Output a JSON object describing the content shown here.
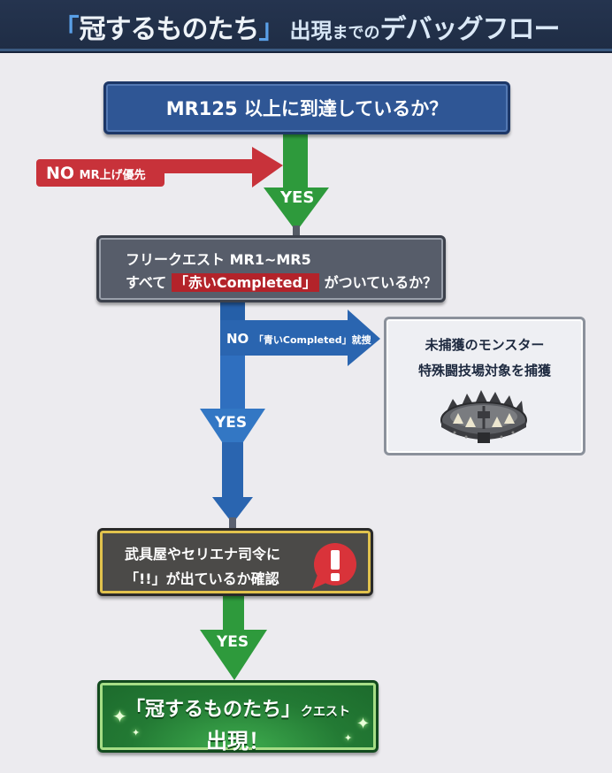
{
  "header": {
    "bracket_open": "「",
    "title_main": "冠するものたち",
    "bracket_close": "」",
    "title_mid": "出現",
    "title_small": "までの",
    "title_end": "デバッグフロー"
  },
  "nodes": {
    "mr_check": {
      "text": "MR125 以上に到達しているか？"
    },
    "free_quest": {
      "line1": "フリークエスト MR1~MR5",
      "line2_prefix": "すべて",
      "line2_tag": "「赤いCompleted」",
      "line2_suffix": "がついているか？"
    },
    "capture": {
      "line1": "未捕獲のモンスター",
      "line2": "特殊闘技場対象を捕獲",
      "icon": "bear-trap-icon"
    },
    "npc_check": {
      "line1": "武具屋やセリエナ司令に",
      "line2": "「!!」が出ているか確認",
      "icon": "exclamation-alert-icon"
    },
    "result": {
      "line1_main": "「冠するものたち」",
      "line1_small": "クエスト",
      "line2": "出現！"
    }
  },
  "edges": {
    "no_mr": {
      "no": "NO",
      "label": "MR上げ優先",
      "color": "#c8323a"
    },
    "yes_1": {
      "label": "YES",
      "color": "#2e9a3c"
    },
    "no_blue": {
      "no": "NO",
      "label": "「青いCompleted」就捜",
      "color": "#2a65b0"
    },
    "yes_2": {
      "label": "YES",
      "color": "#3377c4"
    },
    "yes_3": {
      "label": "YES",
      "color": "#2e9a3c"
    }
  },
  "colors": {
    "header_bg": "#22314b",
    "accent_blue": "#5aa0e8",
    "background": "#ecebef"
  }
}
